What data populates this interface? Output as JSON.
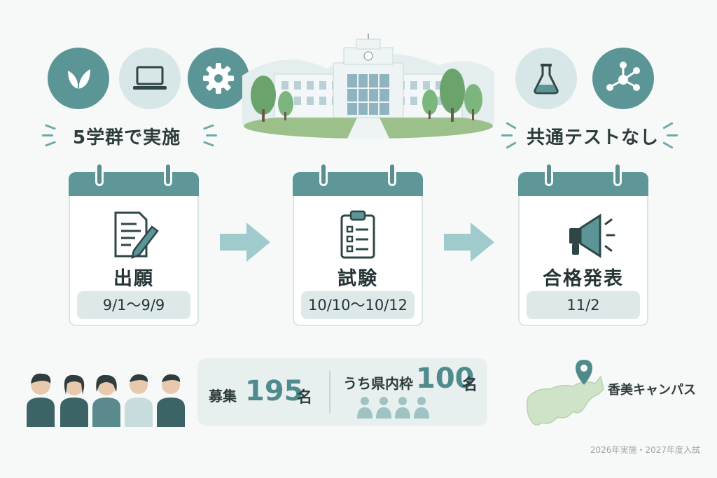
{
  "left_tag": "5学群で実施",
  "right_tag": "共通テストなし",
  "steps": [
    {
      "label": "出願",
      "date": "9/1〜9/9"
    },
    {
      "label": "試験",
      "date": "10/10〜10/12"
    },
    {
      "label": "合格発表",
      "date": "11/2"
    }
  ],
  "stats": {
    "recruit_label": "募集",
    "recruit_number": "195",
    "recruit_unit": "名",
    "local_label": "うち県内枠",
    "local_number": "100",
    "local_unit": "名"
  },
  "campus": "香美キャンパス",
  "footer": "2026年実施・2027年度入試",
  "colors": {
    "accent": "#5f9697",
    "light": "#d7e6e6",
    "background": "#f7f9f8"
  },
  "icons": {
    "left": [
      "leaf-icon",
      "laptop-icon",
      "gear-icon"
    ],
    "right": [
      "flask-icon",
      "network-icon"
    ],
    "steps": [
      "document-pen-icon",
      "checklist-icon",
      "megaphone-icon"
    ]
  }
}
